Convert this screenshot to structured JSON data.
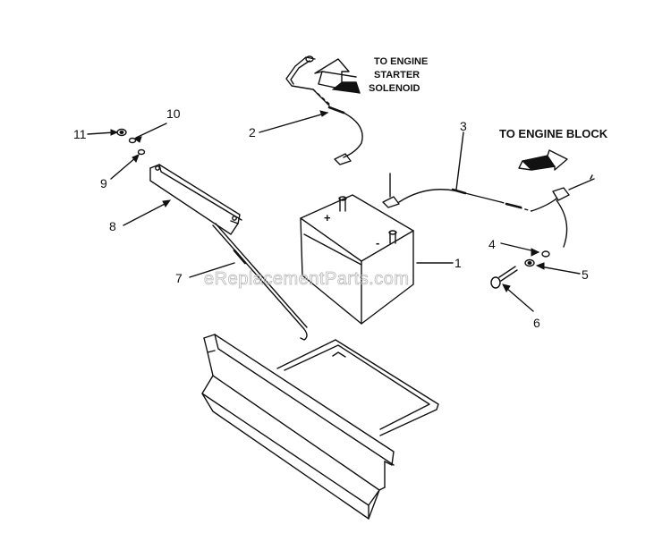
{
  "callouts": {
    "starter": [
      "TO ENGINE",
      "STARTER",
      "SOLENOID"
    ],
    "engine_block": "TO ENGINE BLOCK"
  },
  "parts": {
    "p1": "1",
    "p2": "2",
    "p3": "3",
    "p4": "4",
    "p5": "5",
    "p6": "6",
    "p7": "7",
    "p8": "8",
    "p9": "9",
    "p10": "10",
    "p11": "11"
  },
  "battery": {
    "positive": "+",
    "negative": "-"
  },
  "watermark": "eReplacementParts.com"
}
